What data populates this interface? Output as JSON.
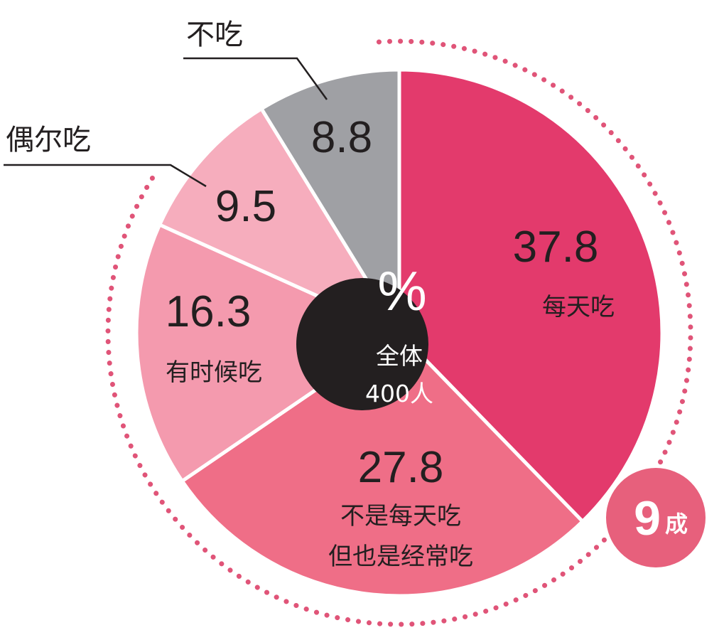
{
  "chart_data": {
    "type": "pie",
    "center": {
      "symbol": "%",
      "line1": "全体",
      "line2": "400人"
    },
    "slices": [
      {
        "label": "每天吃",
        "label2": "",
        "value": 37.8,
        "value_text": "37.8",
        "color": "#e33a6c"
      },
      {
        "label": "不是每天吃",
        "label2": "但也是经常吃",
        "value": 27.8,
        "value_text": "27.8",
        "color": "#ef6e87"
      },
      {
        "label": "有时候吃",
        "label2": "",
        "value": 16.3,
        "value_text": "16.3",
        "color": "#f49aae"
      },
      {
        "label": "偶尔吃",
        "label2": "",
        "value": 9.5,
        "value_text": "9.5",
        "color": "#f6adbd"
      },
      {
        "label": "不吃",
        "label2": "",
        "value": 8.8,
        "value_text": "8.8",
        "color": "#9fa0a4"
      }
    ],
    "badge": {
      "number": "9",
      "unit": "成",
      "color": "#e7607c"
    },
    "dotted_ring_color": "#e05478"
  }
}
